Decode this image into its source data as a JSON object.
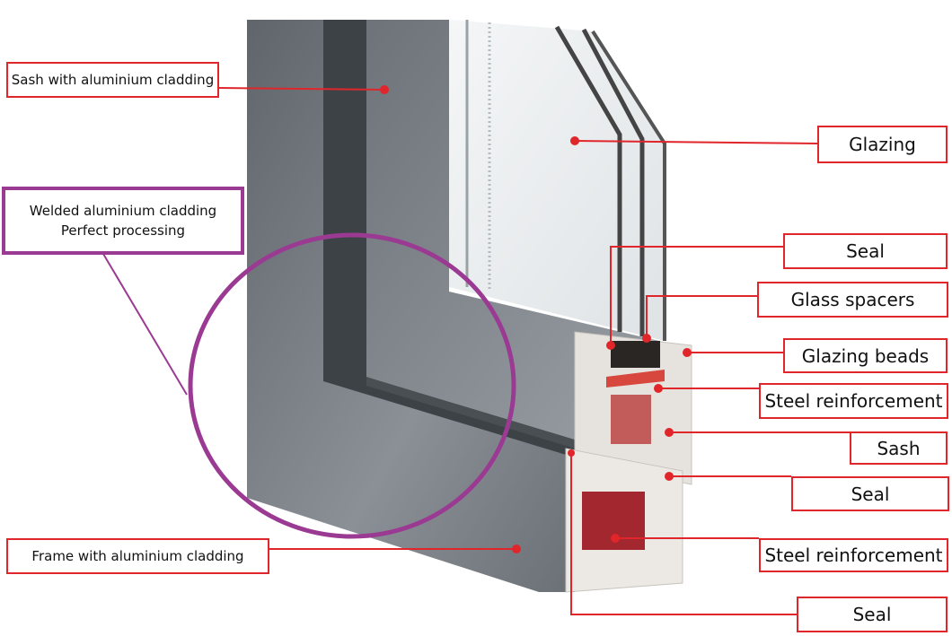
{
  "title": "Window profile cross-section",
  "colors": {
    "accent": "#e0262b",
    "highlight": "#9b3a92"
  },
  "labels_left": {
    "sash_cladding": "Sash with aluminium cladding",
    "welded_line1": "Welded aluminium cladding",
    "welded_line2": "Perfect processing",
    "frame_cladding": "Frame with aluminium cladding"
  },
  "labels_right": [
    "Glazing",
    "Seal",
    "Glass spacers",
    "Glazing beads",
    "Steel reinforcement",
    "Sash",
    "Seal",
    "Steel reinforcement",
    "Seal"
  ]
}
